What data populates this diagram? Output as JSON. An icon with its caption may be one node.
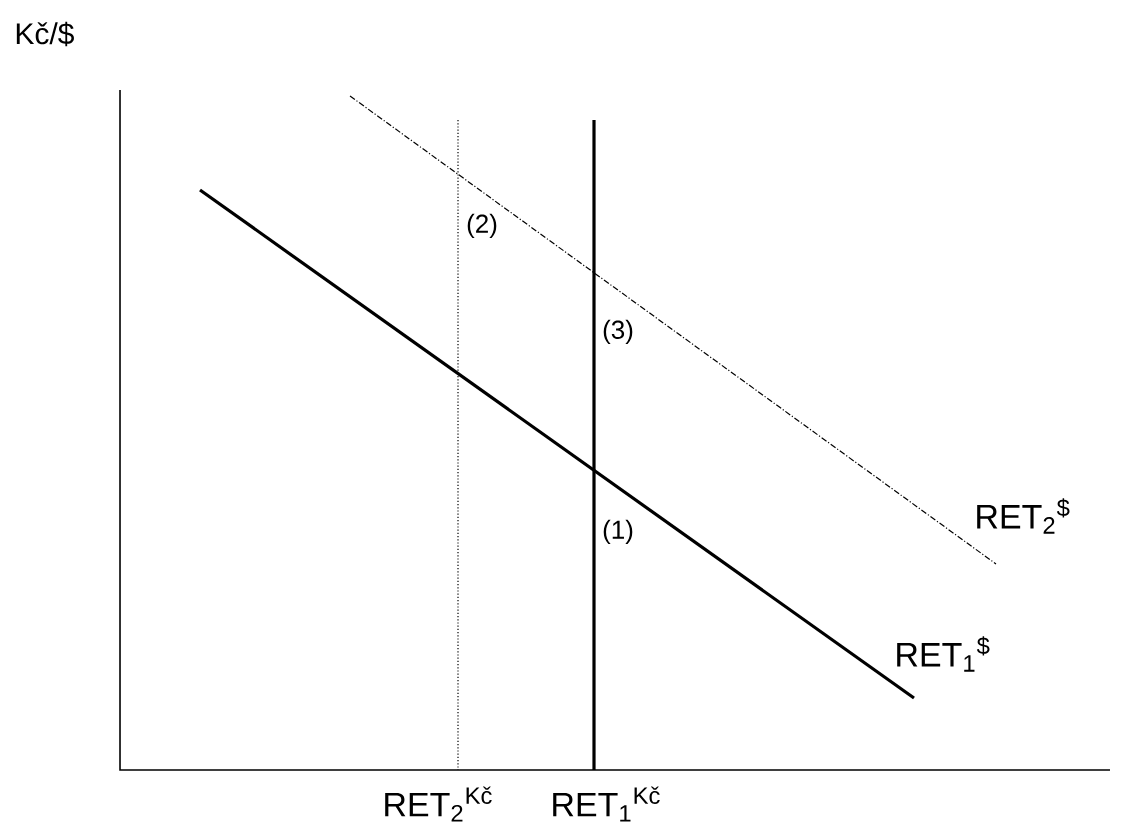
{
  "diagram": {
    "labels": [
      "Kč/$",
      "(2)",
      "(3)",
      "RET$_{2}$$^{$}$",
      "(1)",
      "RET$_{1}$$^{$}$",
      "RET$_{2}$$^{Kč}$",
      "RET$_{1}$$^{Kč}$"
    ]
  }
}
